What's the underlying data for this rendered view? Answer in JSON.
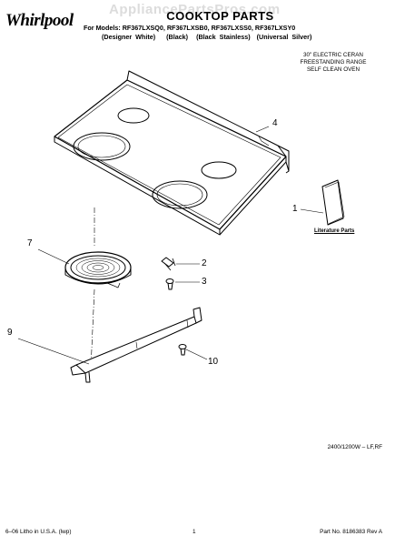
{
  "watermark": "AppliancePartsPros.com",
  "brand": "Whirlpool",
  "title": "COOKTOP PARTS",
  "models_line": "For Models: RF367LXSQ0, RF367LXSB0, RF367LXSS0, RF367LXSY0",
  "variants": [
    "(Designer White)",
    "(Black)",
    "(Black Stainless)",
    "(Universal Silver)"
  ],
  "description": [
    "30\" ELECTRIC CERAN",
    "FREESTANDING RANGE",
    "SELF CLEAN OVEN"
  ],
  "literature_label": "Literature Parts",
  "callouts": [
    "1",
    "2",
    "3",
    "4",
    "7",
    "9",
    "10"
  ],
  "rating": "2400/1200W – LF,RF",
  "footer": {
    "left": "6–06 Litho in U.S.A. (lwp)",
    "page": "1",
    "part": "Part No. 8186383 Rev A"
  }
}
